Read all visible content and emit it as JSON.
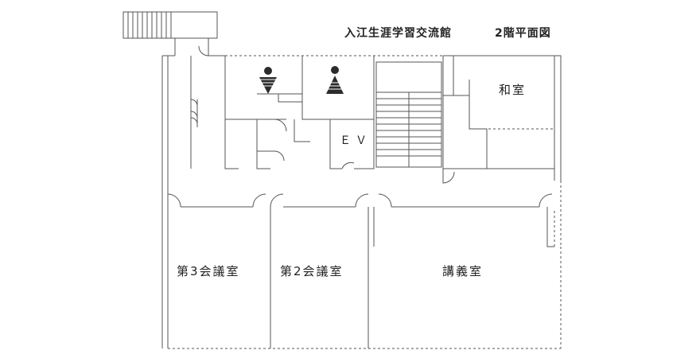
{
  "header": {
    "building_name": "入江生涯学習交流館",
    "floor_label": "2階平面図"
  },
  "rooms": {
    "japanese_room": "和室",
    "elevator": "ＥＶ",
    "meeting_room_3": "第3会議室",
    "meeting_room_2": "第2会議室",
    "lecture_room": "講義室"
  },
  "icons": {
    "mens_restroom": "male-restroom-icon",
    "womens_restroom": "female-restroom-icon"
  },
  "colors": {
    "wall": "#555555",
    "icon": "#2b2b2b",
    "text": "#222222"
  }
}
